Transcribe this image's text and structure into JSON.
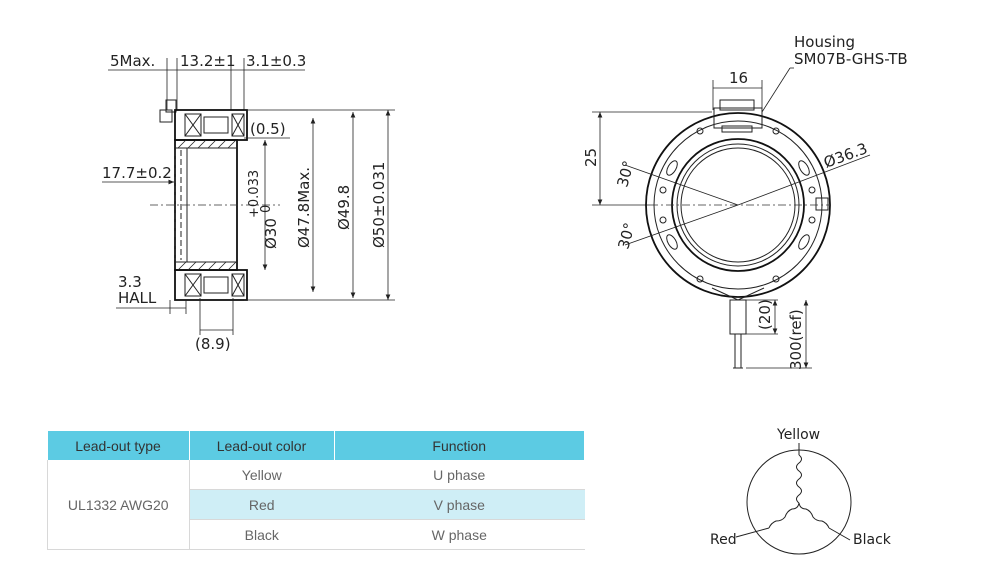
{
  "side_view": {
    "dim_5max": "5Max.",
    "dim_13_2": "13.2±1",
    "dim_3_1": "3.1±0.3",
    "dim_0_5": "(0.5)",
    "dim_17_7": "17.7±0.2",
    "dim_30_base": "Ø30",
    "dim_30_tol_upper": "+0.033",
    "dim_30_tol_lower": "0",
    "dim_47_8": "Ø47.8Max.",
    "dim_49_8": "Ø49.8",
    "dim_50": "Ø50±0.031",
    "dim_3_3": "3.3",
    "hall_label": "HALL",
    "dim_8_9": "(8.9)"
  },
  "front_view": {
    "housing_label": "Housing",
    "connector_label": "SM07B-GHS-TB",
    "dim_16": "16",
    "dim_25": "25",
    "angle_top": "30°",
    "angle_bottom": "30°",
    "dim_36_3": "Ø36.3",
    "dim_20": "(20)",
    "dim_300": "300(ref)"
  },
  "table": {
    "headers": [
      "Lead-out type",
      "Lead-out color",
      "Function"
    ],
    "type": "UL1332 AWG20",
    "rows": [
      {
        "color": "Yellow",
        "function": "U phase"
      },
      {
        "color": "Red",
        "function": "V phase"
      },
      {
        "color": "Black",
        "function": "W phase"
      }
    ]
  },
  "wiring": {
    "top": "Yellow",
    "left": "Red",
    "right": "Black"
  }
}
